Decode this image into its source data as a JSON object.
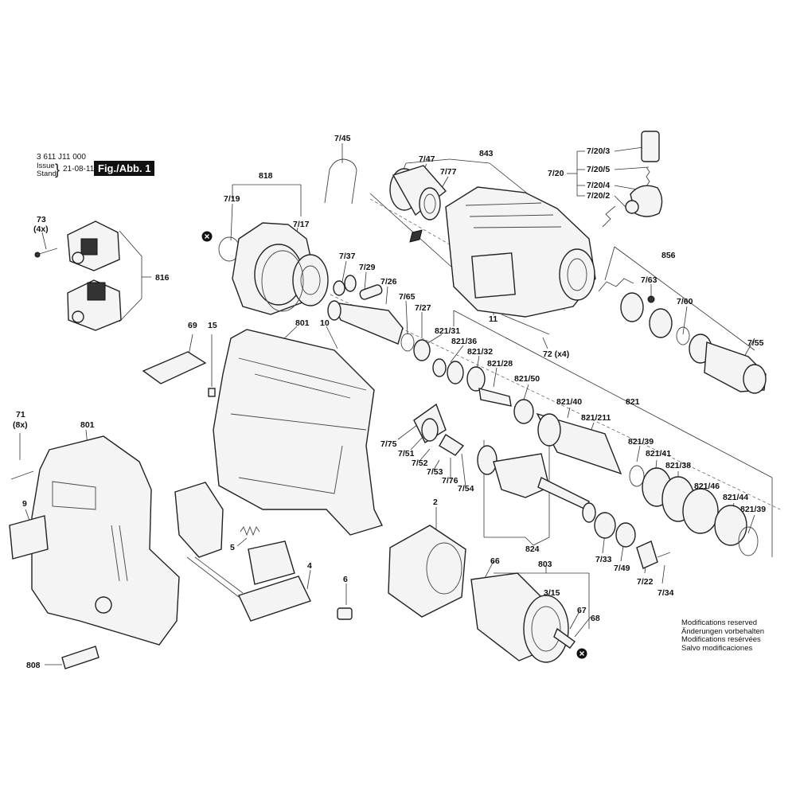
{
  "header": {
    "doc_number": "3 611 J11 000",
    "issue_label": "Issue",
    "stand_label": "Stand",
    "issue_date": "21-08-11",
    "fig_label": "Fig./Abb. 1"
  },
  "modifications": [
    "Modifications reserved",
    "Änderungen vorbehalten",
    "Modifications resérvées",
    "Salvo modificaciones"
  ],
  "part_labels": {
    "p745": "7/45",
    "p843": "843",
    "p747": "7/47",
    "p777": "7/77",
    "p720": "7/20",
    "p7203": "7/20/3",
    "p7205": "7/20/5",
    "p7204": "7/20/4",
    "p7202": "7/20/2",
    "p818": "818",
    "p719": "7/19",
    "p717": "7/17",
    "p73": "73",
    "p73q": "(4x)",
    "p816": "816",
    "p737": "7/37",
    "p729": "7/29",
    "p726": "7/26",
    "p765": "7/65",
    "p727": "7/27",
    "p856": "856",
    "p763": "7/63",
    "p760": "7/60",
    "p755": "7/55",
    "p69": "69",
    "p15": "15",
    "p801a": "801",
    "p10": "10",
    "p11": "11",
    "p72": "72 (x4)",
    "p82131": "821/31",
    "p82136": "821/36",
    "p82132": "821/32",
    "p82128": "821/28",
    "p82150": "821/50",
    "p82140": "821/40",
    "p821": "821",
    "p821211": "821/211",
    "p82139a": "821/39",
    "p82141": "821/41",
    "p82138": "821/38",
    "p82146": "821/46",
    "p82144": "821/44",
    "p82139b": "821/39",
    "p71": "71",
    "p71q": "(8x)",
    "p801b": "801",
    "p775": "7/75",
    "p751": "7/51",
    "p752": "7/52",
    "p753": "7/53",
    "p776": "7/76",
    "p754": "7/54",
    "p9": "9",
    "p5": "5",
    "p4": "4",
    "p6": "6",
    "p2": "2",
    "p824": "824",
    "p733": "7/33",
    "p749": "7/49",
    "p722": "7/22",
    "p734": "7/34",
    "p66": "66",
    "p803": "803",
    "p315": "3/15",
    "p67": "67",
    "p68": "68",
    "p808": "808"
  }
}
